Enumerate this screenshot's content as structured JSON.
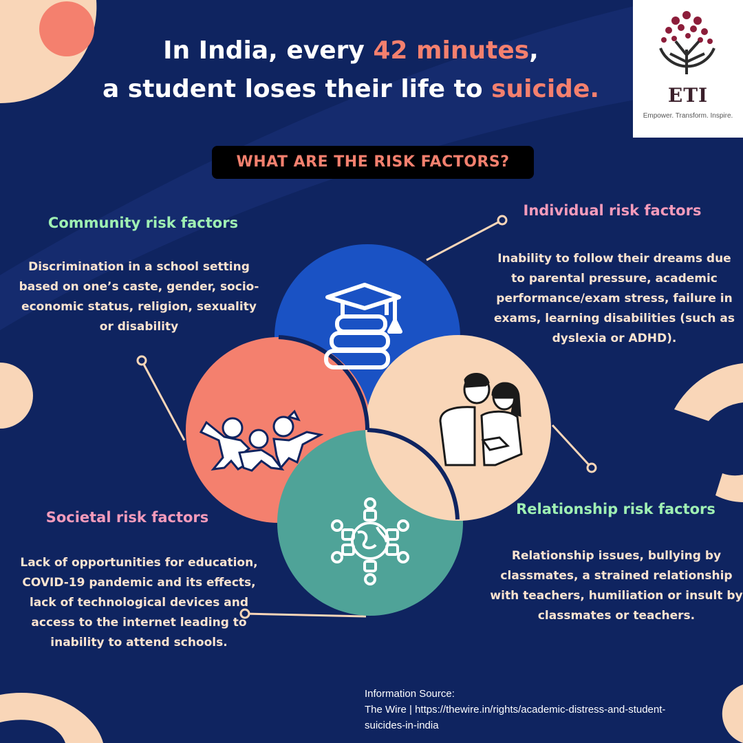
{
  "headline": {
    "line1_pre": "In India, every ",
    "line1_highlight": "42 minutes",
    "line1_post": ",",
    "line2_pre": "a student loses their life to ",
    "line2_highlight": "suicide."
  },
  "logo": {
    "name": "ETI",
    "tagline": "Empower. Transform. Inspire."
  },
  "section_title": "WHAT ARE THE RISK FACTORS?",
  "factors": {
    "community": {
      "title": "Community risk factors",
      "text": "Discrimination in a school setting based on one’s caste, gender, socio-economic status, religion, sexuality or disability"
    },
    "individual": {
      "title": "Individual risk factors",
      "text": "Inability to follow their dreams due to parental pressure, academic performance/exam stress, failure in exams, learning disabilities (such as dyslexia or ADHD)."
    },
    "societal": {
      "title": "Societal risk factors",
      "text": "Lack of opportunities for education, COVID-19 pandemic and its effects, lack of technological devices and access to the internet leading to inability to attend schools."
    },
    "relationship": {
      "title": "Relationship risk factors",
      "text": "Relationship issues, bullying by classmates, a strained relationship with teachers, humiliation or insult by classmates or teachers."
    }
  },
  "source": {
    "label": "Information Source:",
    "text": "The Wire | https://thewire.in/rights/academic-distress-and-student-suicides-in-india"
  },
  "colors": {
    "background": "#0f2460",
    "accent": "#f4806e",
    "peach": "#f9d6b8",
    "blue_circle": "#1a52c4",
    "red_circle": "#f4806e",
    "teal_circle": "#4fa398",
    "green_title": "#9ff0b3",
    "pink_title": "#f59bbb"
  },
  "icons": {
    "blue": "graduation-cap-books-icon",
    "red": "children-group-icon",
    "peach": "couple-icon",
    "teal": "globe-network-icon"
  }
}
